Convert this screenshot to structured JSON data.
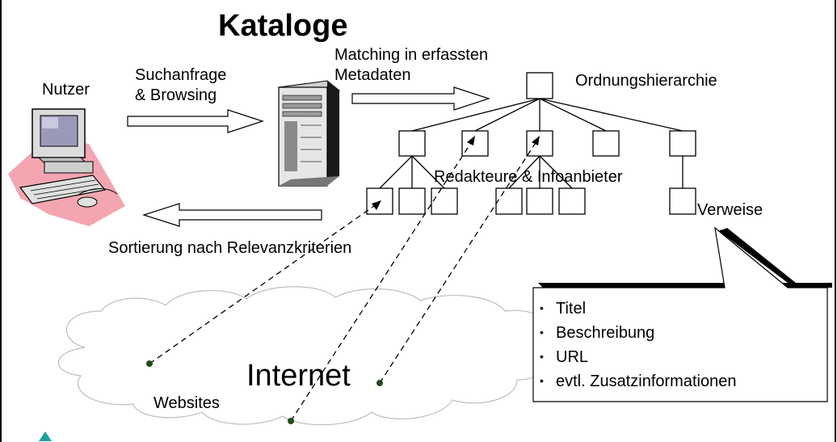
{
  "title": "Kataloge",
  "labels": {
    "user": "Nutzer",
    "query_line1": "Suchanfrage",
    "query_line2": "& Browsing",
    "matching_line1": "Matching in erfassten",
    "matching_line2": "Metadaten",
    "hierarchy": "Ordnungshierarchie",
    "editors": "Redakteure & Infoanbieter",
    "references": "Verweise",
    "sorting": "Sortierung nach Relevanzkriterien",
    "internet": "Internet",
    "websites": "Websites"
  },
  "callout_items": [
    "Titel",
    "Beschreibung",
    "URL",
    "evtl. Zusatzinformationen"
  ],
  "colors": {
    "user_backdrop": "#f4a6b0",
    "dot": "#1f4d1f",
    "corner_triangle": "#1aa0a0"
  },
  "icons": [
    "computer-user-icon",
    "server-tower-icon",
    "cloud-shape"
  ]
}
